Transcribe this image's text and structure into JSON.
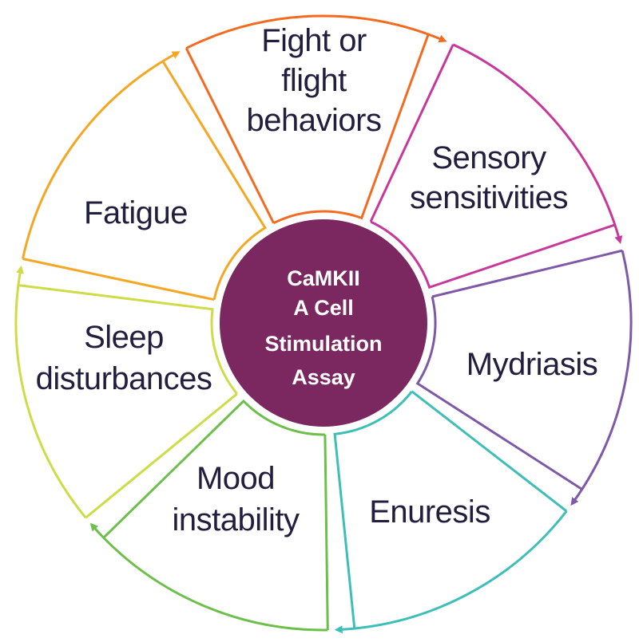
{
  "center": {
    "lines": [
      "CaMKII",
      "A Cell",
      "Stimulation",
      "Assay"
    ],
    "color": "#7b2860"
  },
  "segments": [
    {
      "id": "fight-or-flight",
      "lines": [
        "Fight or",
        "flight",
        "behaviors"
      ],
      "color": "#f26b21"
    },
    {
      "id": "sensory",
      "lines": [
        "Sensory",
        "sensitivities"
      ],
      "color": "#c8379a"
    },
    {
      "id": "mydriasis",
      "lines": [
        "Mydriasis"
      ],
      "color": "#7d59a8"
    },
    {
      "id": "enuresis",
      "lines": [
        "Enuresis"
      ],
      "color": "#3dbfb8"
    },
    {
      "id": "mood",
      "lines": [
        "Mood",
        "instability"
      ],
      "color": "#6cc04a"
    },
    {
      "id": "sleep",
      "lines": [
        "Sleep",
        "disturbances"
      ],
      "color": "#cddc47"
    },
    {
      "id": "fatigue",
      "lines": [
        "Fatigue"
      ],
      "color": "#f5a623"
    }
  ],
  "text_color": "#221e3e"
}
